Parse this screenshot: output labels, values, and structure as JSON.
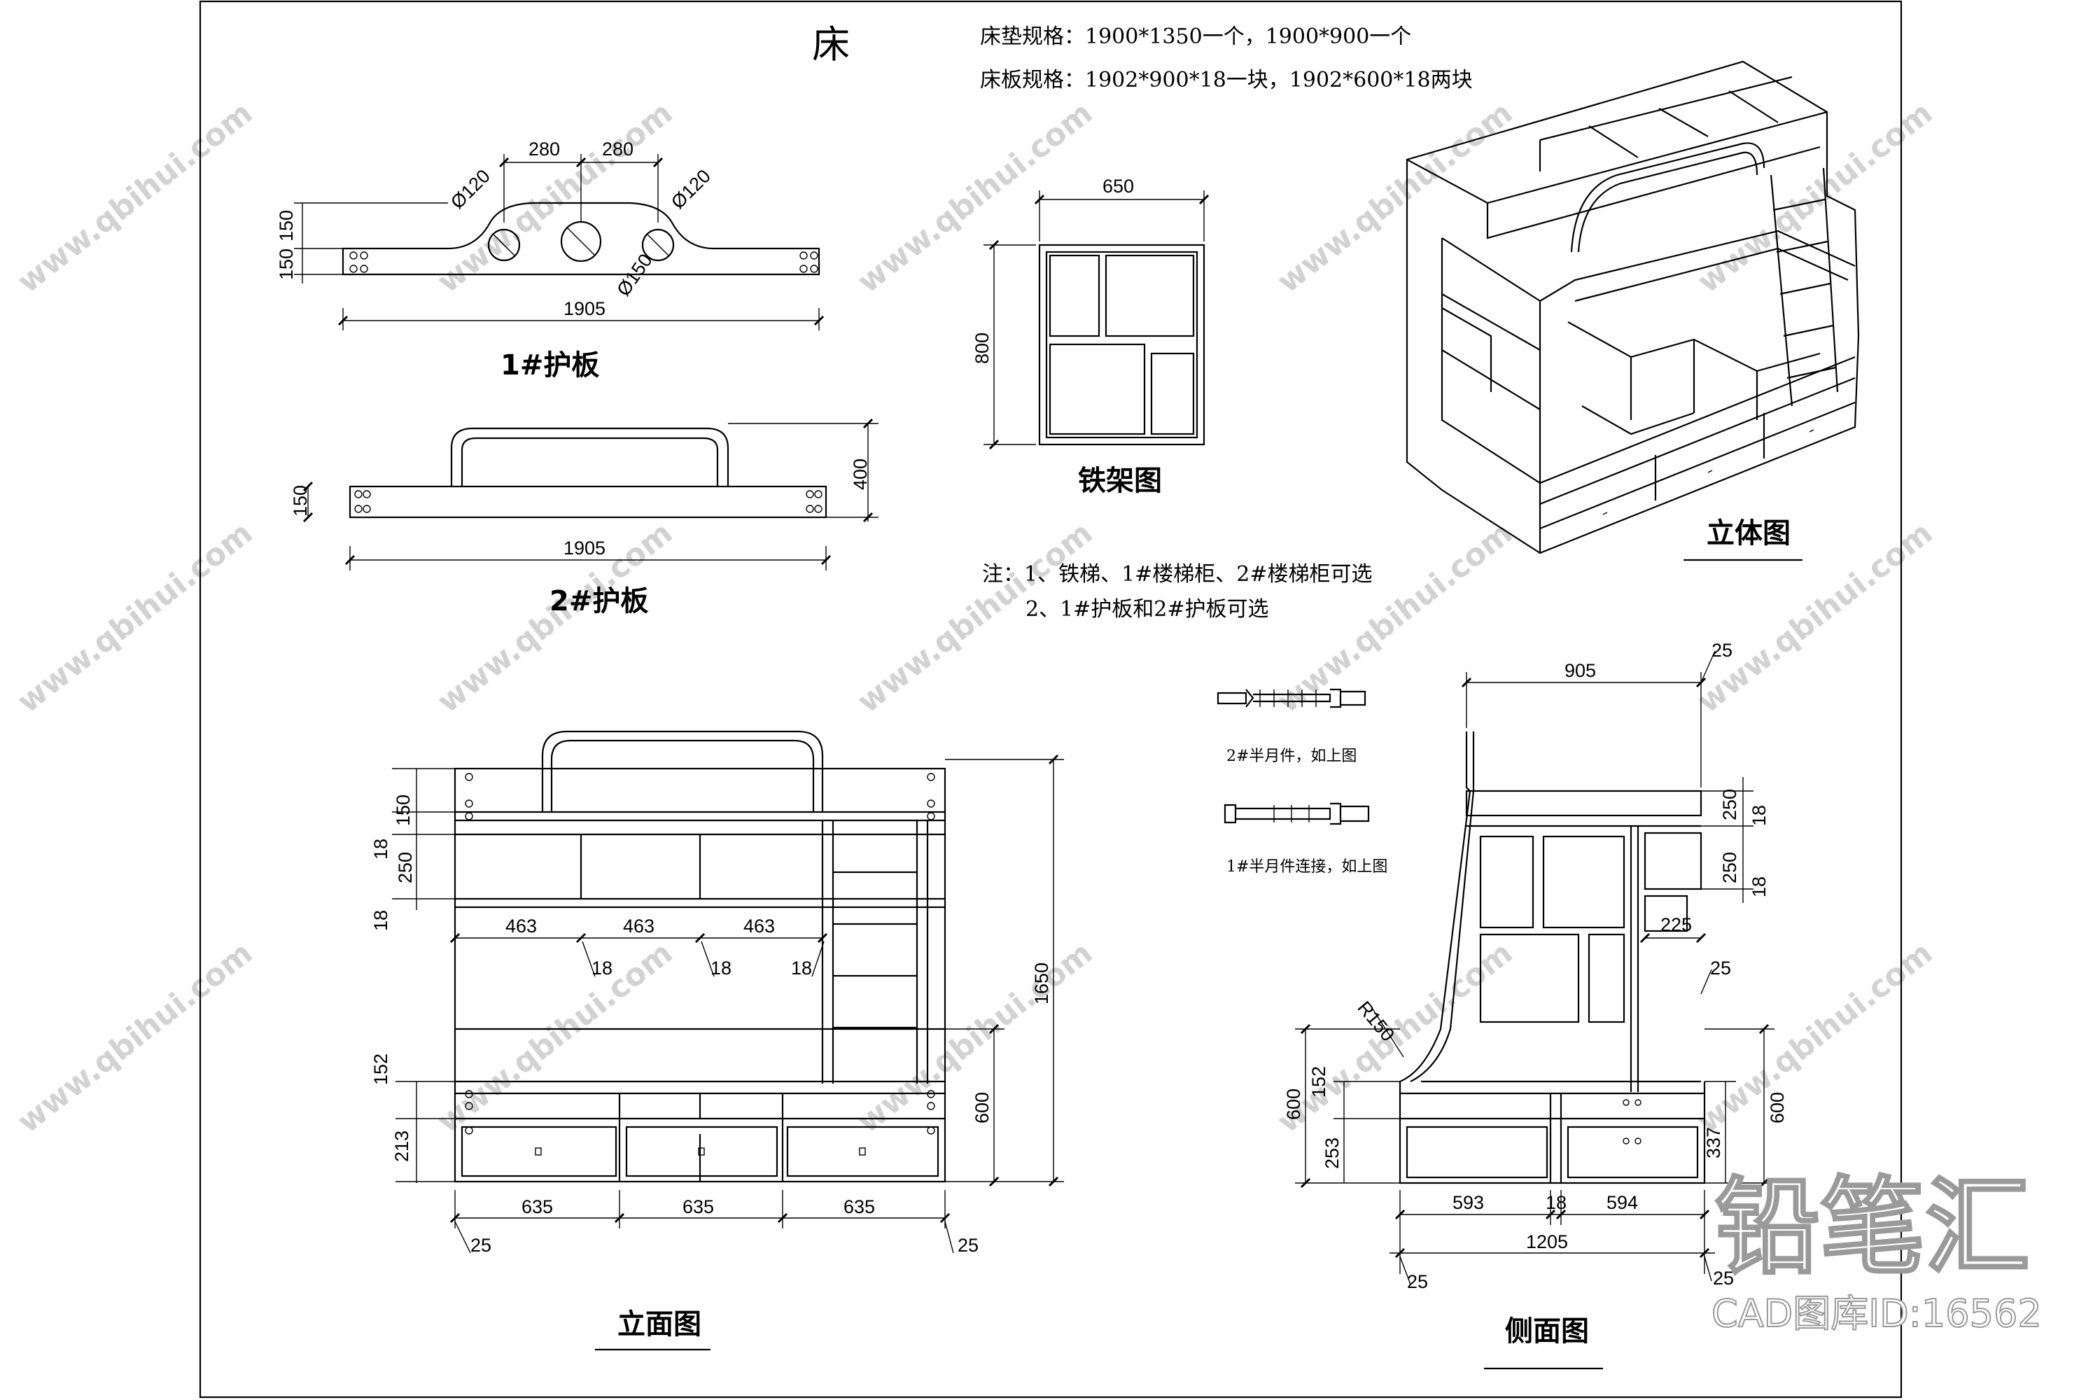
{
  "title": "床",
  "specs": {
    "mattress": "床垫规格：1900*1350一个，1900*900一个",
    "board": "床板规格：1902*900*18一块，1902*600*18两块"
  },
  "notes": {
    "line1": "注：1、铁梯、1#楼梯柜、2#楼梯柜可选",
    "line2": "2、1#护板和2#护板可选"
  },
  "views": {
    "guard1": {
      "label": "1#护板",
      "dims": {
        "a": "280",
        "b": "280",
        "r1": "Ø120",
        "r2": "Ø120",
        "c": "Ø150",
        "h1": "150",
        "h2": "150",
        "len": "1905"
      }
    },
    "guard2": {
      "label": "2#护板",
      "dims": {
        "h": "150",
        "hh": "400",
        "len": "1905"
      }
    },
    "frame": {
      "label": "铁架图",
      "dims": {
        "w": "650",
        "h": "800"
      }
    },
    "iso": {
      "label": "立体图"
    },
    "hardware": {
      "bolt2": "2#半月件，如上图",
      "bolt1": "1#半月件连接，如上图"
    },
    "front": {
      "label": "立面图",
      "dims": {
        "d150": "150",
        "d18a": "18",
        "d250": "250",
        "d18b": "18",
        "w463a": "463",
        "w463b": "463",
        "w463c": "463",
        "s18a": "18",
        "s18b": "18",
        "s18c": "18",
        "d152": "152",
        "d213": "213",
        "h1650": "1650",
        "h600": "600",
        "b635a": "635",
        "b635b": "635",
        "b635c": "635",
        "e25a": "25",
        "e25b": "25"
      }
    },
    "side": {
      "label": "侧面图",
      "dims": {
        "w905": "905",
        "t25": "25",
        "d250a": "250",
        "d18a": "18",
        "d250b": "250",
        "d18b": "18",
        "d225": "225",
        "d25": "25",
        "r150": "R150",
        "d600a": "600",
        "d152": "152",
        "d253": "253",
        "d337": "337",
        "d600b": "600",
        "b593": "593",
        "b18": "18",
        "b594": "594",
        "w1205": "1205",
        "e25a": "25",
        "e25b": "25"
      }
    }
  },
  "watermark": {
    "brand": "铅笔汇",
    "url": "www.qbihui.com",
    "big": "铅笔汇",
    "id": "CAD图库ID:16562"
  }
}
